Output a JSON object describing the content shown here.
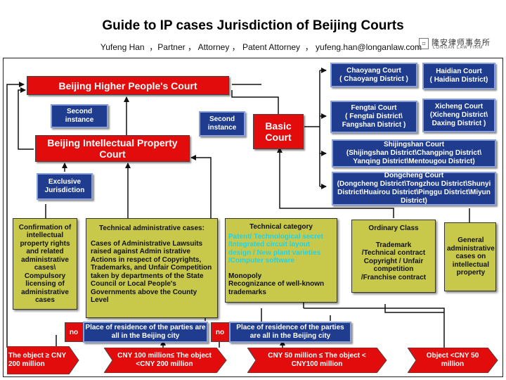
{
  "header": {
    "title": "Guide to IP cases Jurisdiction of Beijing Courts",
    "subtitle": "Yufeng Han  ，Partner ， Attorney ， Patent Attorney  ， yufeng.han@longanlaw.com",
    "logo_cn": "隆安律师事务所",
    "logo_en": "LONGAN LAW FIRM"
  },
  "courts": {
    "higher": "Beijing Higher People's Court",
    "ip_court": "Beijing Intellectual Property Court",
    "basic": "Basic Court",
    "second_instance_left": "Second instance",
    "second_instance_right": "Second instance",
    "exclusive": "Exclusive Jurisdiction"
  },
  "district_courts": [
    "Chaoyang Court\n( Chaoyang District )",
    "Haidian Court\n( Haidian District)",
    "Fengtai Court\n( Fengtai District\\ Fangshan District )",
    "Xicheng Court\n(Xicheng District\\ Daxing District )",
    "Shijingshan Court\n(Shijingshan District\\Changping District\\ Yanqing District\\Mentougou District)",
    "Dongcheng Court\n(Dongcheng District\\Tongzhou District\\Shunyi District\\Huairou District\\Pinggu District\\Miyun District)"
  ],
  "case_types": {
    "confirmation": "Confirmation of intellectual property rights and related administrative cases\\ Compulsory licensing of administrative cases",
    "technical_admin_title": "Technical administrative cases:",
    "technical_admin_body": "Cases of Administrative Lawsuits raised against Admin istrative Actions in respect of Copyrights, Trademarks, and Unfair Competition taken by departments of the State Council or Local People's Governments above the County Level",
    "technical_category_title": "Technical category",
    "technical_category_items": "Patent/ Technological secret /Integrated circuit layout design / New plant varieties /Computer software",
    "technical_category_extra": "Monopoly\nRecognizance of well-known trademarks",
    "ordinary_title": "Ordinary Class",
    "ordinary_body": "Trademark\n/Technical contract\nCopyright / Unfair competition\n/Franchise contract",
    "general_admin": "General administrative cases on intellectual property"
  },
  "conditions": {
    "no_left": "no",
    "no_right": "no",
    "residence_left": "Place of residence of the parties are all in the Beijing city",
    "residence_right": "Place of residence of the parties are all in the Beijing city"
  },
  "thresholds": [
    "The object ≥ CNY 200 million",
    "CNY 100 million≤ The object <CNY 200 million",
    "CNY 50 million ≤ The object < CNY100 million",
    "Object <CNY 50 million"
  ],
  "colors": {
    "court_red": "#e30c0c",
    "district_blue": "#1f3c8f",
    "category_olive": "#c8c84a",
    "category_cyan_text": "#22d3e8"
  }
}
